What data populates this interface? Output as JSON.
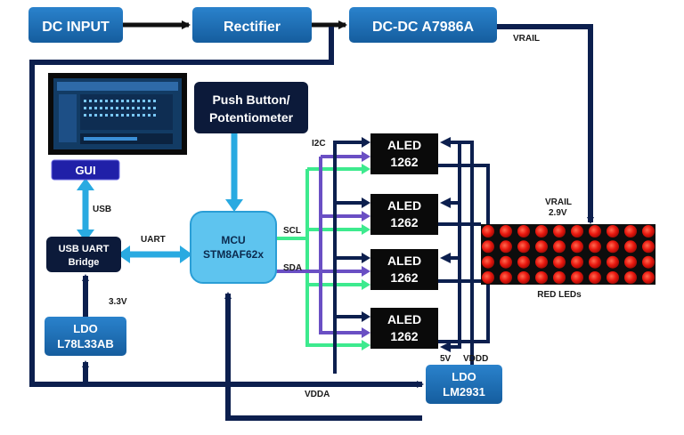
{
  "blocks": {
    "dc_input": "DC INPUT",
    "rectifier": "Rectifier",
    "dcdc": "DC-DC A7986A",
    "push_button_line1": "Push Button/",
    "push_button_line2": "Potentiometer",
    "gui": "GUI",
    "usb_uart_line1": "USB UART",
    "usb_uart_line2": "Bridge",
    "mcu_line1": "MCU",
    "mcu_line2": "STM8AF62x",
    "ldo_l78_line1": "LDO",
    "ldo_l78_line2": "L78L33AB",
    "ldo_lm_line1": "LDO",
    "ldo_lm_line2": "LM2931",
    "aled_top": "ALED",
    "aled_bottom": "1262",
    "led_caption": "RED LEDs"
  },
  "labels": {
    "vrail": "VRAIL",
    "vrail_29_line1": "VRAIL",
    "vrail_29_line2": "2.9V",
    "usb": "USB",
    "uart": "UART",
    "v33": "3.3V",
    "i2c": "I2C",
    "scl": "SCL",
    "sda": "SDA",
    "v5": "5V",
    "vddd": "VDDD",
    "vdda": "VDDA"
  },
  "colors": {
    "block": "#1a6db5",
    "dark_block": "#0c1a3a",
    "navy_line": "#0c1f4e",
    "light_blue": "#29aae1",
    "green": "#3dea8e",
    "purple": "#6a4fc4",
    "led_red": "#e8170e"
  },
  "led_matrix": {
    "rows": 4,
    "cols": 10
  },
  "gui_screen": {
    "description_icon": "gui-screenshot-icon"
  }
}
